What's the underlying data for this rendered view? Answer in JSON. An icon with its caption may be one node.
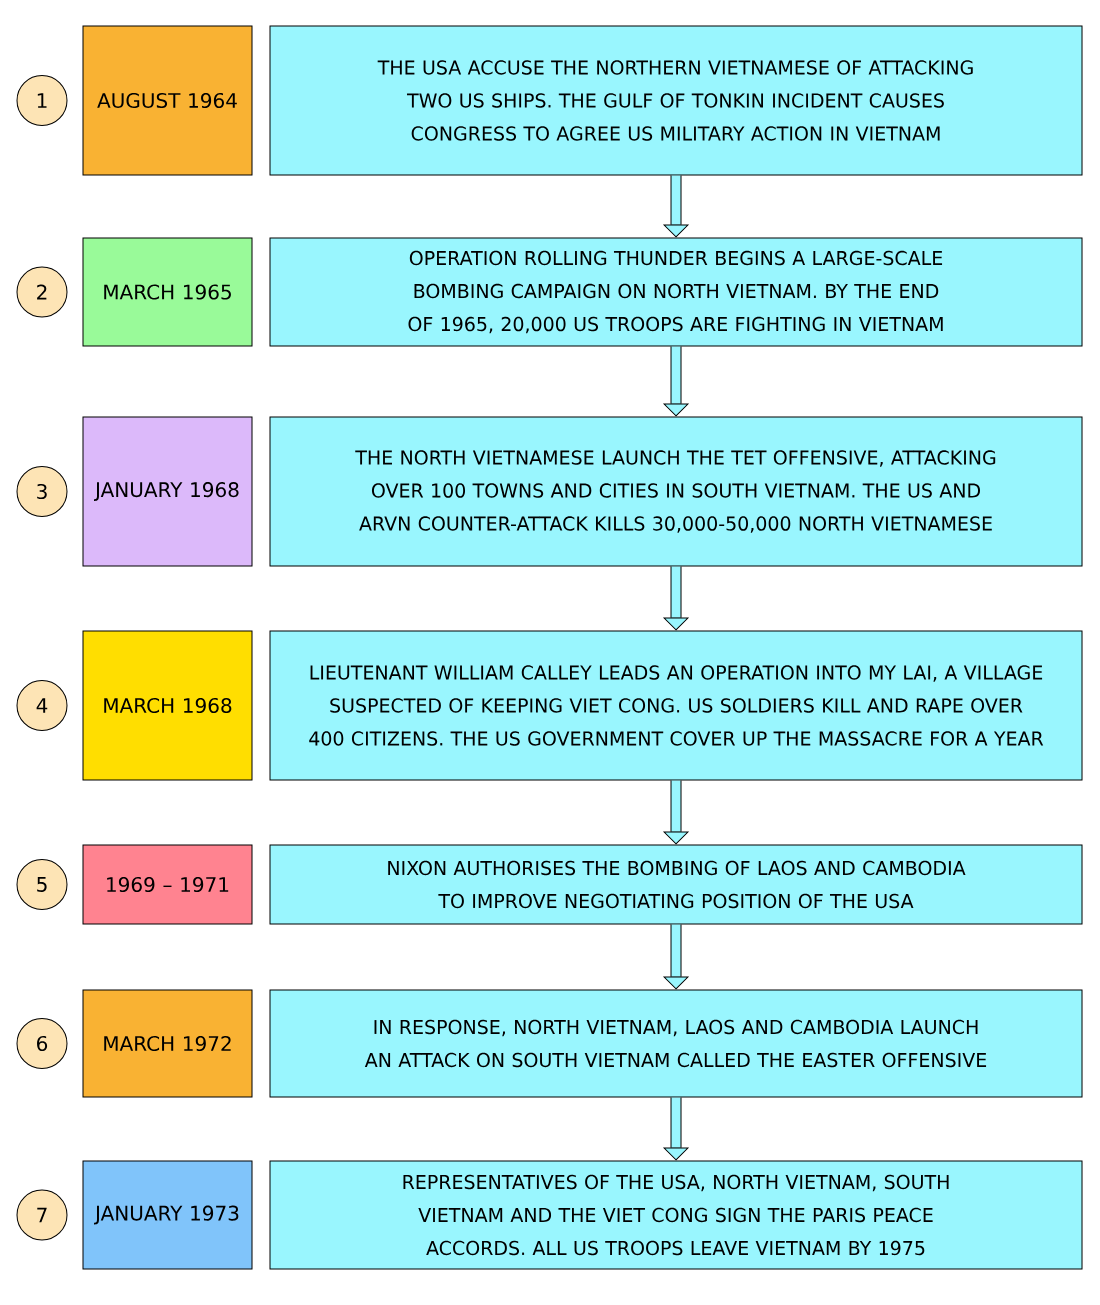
{
  "diagram": {
    "nodes": [
      {
        "text": [
          "1"
        ]
      },
      {
        "text": [
          "AUGUST 1964"
        ]
      },
      {
        "text": [
          "THE USA ACCUSE THE NORTHERN VIETNAMESE OF ATTACKING TWO US SHIPS. THE GULF OF TONKIN INCIDENT CAUSES CONGRESS TO AGREE US MILITARY ACTION IN VIETNAM"
        ]
      },
      {
        "text": [
          "2"
        ]
      },
      {
        "text": [
          "MARCH 1965"
        ]
      },
      {
        "text": [
          "OPERATION ROLLING THUNDER BEGINS A LARGE-SCALE BOMBING CAMPAIGN ON NORTH VIETNAM. BY THE END OF 1965, 20,000 US TROOPS ARE FIGHTING IN VIETNAM"
        ]
      },
      {
        "text": [
          "3"
        ]
      },
      {
        "text": [
          "JANUARY 1968"
        ]
      },
      {
        "text": [
          "THE NORTH VIETNAMESE LAUNCH THE TET OFFENSIVE, ATTACKING OVER 100 TOWNS AND CITIES IN SOUTH VIETNAM. THE US AND ARVN COUNTER-ATTACK KILLS 30,000-50,000 NORTH VIETNAMESE"
        ]
      },
      {
        "text": [
          "4"
        ]
      },
      {
        "text": [
          "MARCH 1968"
        ]
      },
      {
        "text": [
          "LIEUTENANT WILLIAM CALLEY LEADS AN OPERATION INTO MY LAI, A VILLAGE SUSPECTED OF KEEPING VIET CONG. US SOLDIERS KILL AND RAPE OVER 400 CITIZENS. THE US GOVERNMENT COVER UP THE MASSACRE FOR A YEAR"
        ]
      },
      {
        "text": [
          "5"
        ]
      },
      {
        "text": [
          "1969 – 1971"
        ]
      },
      {
        "text": [
          "NIXON AUTHORISES THE BOMBING OF LAOS AND CAMBODIA TO IMPROVE NEGOTIATING POSITION OF THE USA"
        ]
      },
      {
        "text": [
          "6"
        ]
      },
      {
        "text": [
          "MARCH 1972"
        ]
      },
      {
        "text": [
          "IN RESPONSE, NORTH VIETNAM, LAOS AND CAMBODIA LAUNCH AN ATTACK ON SOUTH VIETNAM CALLED THE EASTER OFFENSIVE"
        ]
      },
      {
        "text": [
          "7"
        ]
      },
      {
        "text": [
          "JANUARY 1973"
        ]
      },
      {
        "text": [
          "REPRESENTATIVES OF THE USA, NORTH VIETNAM, SOUTH VIETNAM AND THE VIET CONG SIGN THE PARIS PEACE ACCORDS. ALL US TROOPS LEAVE VIETNAM BY 1975"
        ]
      }
    ],
    "edges": [
      {
        "from": 2,
        "to": 5,
        "arrow": "to"
      },
      {
        "from": 5,
        "to": 8,
        "arrow": "to"
      },
      {
        "from": 8,
        "to": 11,
        "arrow": "to"
      },
      {
        "from": 11,
        "to": 14,
        "arrow": "to"
      },
      {
        "from": 14,
        "to": 17,
        "arrow": "to"
      },
      {
        "from": 17,
        "to": 20,
        "arrow": "to"
      }
    ]
  }
}
